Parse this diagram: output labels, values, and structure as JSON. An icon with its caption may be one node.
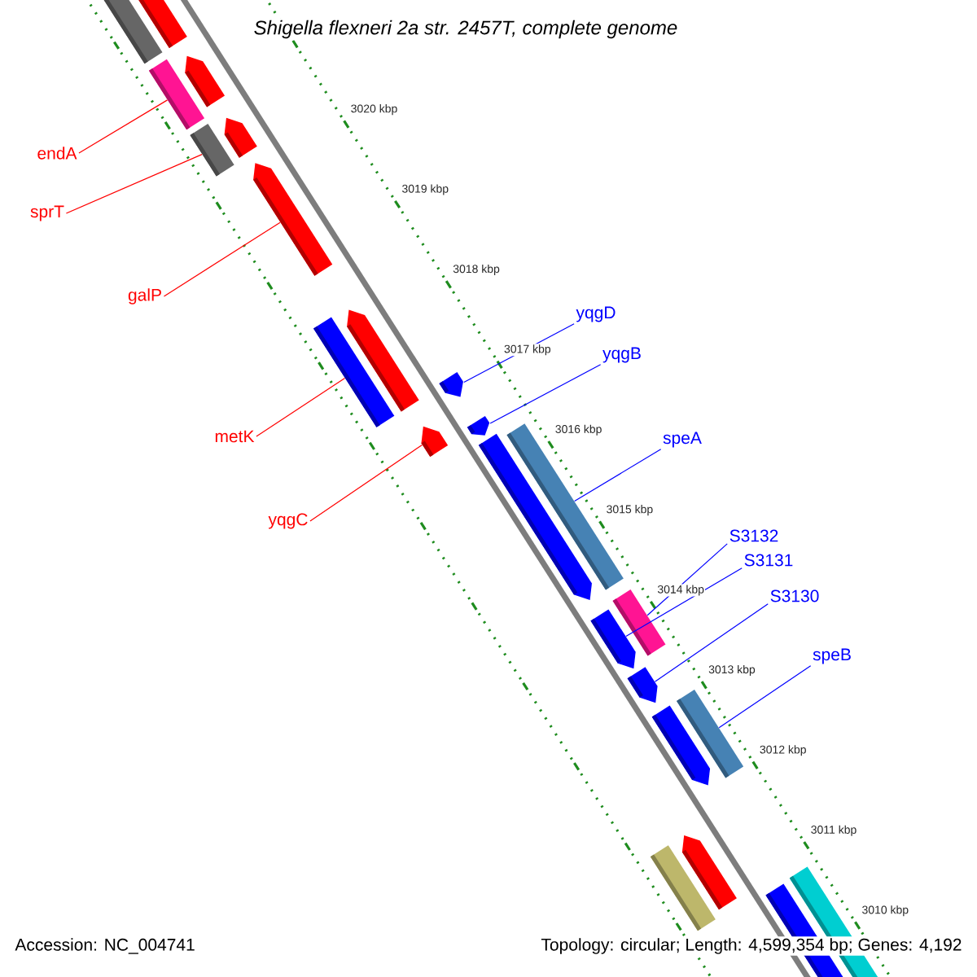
{
  "diagram": {
    "title": "*Shigella flexneri* 2a str. 2457T, complete genome",
    "nodes": [
      {
        "text": [
          "endA"
        ]
      },
      {
        "text": [
          "sprT"
        ]
      },
      {
        "text": [
          "galP"
        ]
      },
      {
        "text": [
          "yqgD"
        ]
      },
      {
        "text": [
          "yqgB"
        ]
      },
      {
        "text": [
          "metK"
        ]
      },
      {
        "text": [
          "speA"
        ]
      },
      {
        "text": [
          "yqgC"
        ]
      },
      {
        "text": [
          "S3132"
        ]
      },
      {
        "text": [
          "S3131"
        ]
      },
      {
        "text": [
          "S3130"
        ]
      },
      {
        "text": [
          "speB"
        ]
      },
      {
        "text": [],
        "shape": "bar"
      },
      {
        "text": [],
        "shape": "bar"
      },
      {
        "text": [],
        "shape": "arrow"
      },
      {
        "text": [],
        "shape": "bar"
      },
      {
        "text": [],
        "shape": "arrow"
      },
      {
        "text": [],
        "shape": "arrow"
      },
      {
        "text": [],
        "shape": "arrow"
      },
      {
        "text": [],
        "shape": "bar"
      },
      {
        "text": [],
        "shape": "bar"
      },
      {
        "text": [],
        "shape": "arrow"
      },
      {
        "text": [],
        "shape": "arrow"
      },
      {
        "text": [],
        "shape": "bar"
      }
    ],
    "edges": [
      {
        "from": 0,
        "to": 12,
        "arrow": "none",
        "color": "#ff0000"
      },
      {
        "from": 1,
        "to": 13,
        "arrow": "none",
        "color": "#ff0000"
      },
      {
        "from": 2,
        "to": 14,
        "arrow": "none",
        "color": "#ff0000"
      },
      {
        "from": 3,
        "to": 16,
        "arrow": "none"
      },
      {
        "from": 4,
        "to": 18,
        "arrow": "none"
      },
      {
        "from": 5,
        "to": 15,
        "arrow": "none",
        "color": "#ff0000"
      },
      {
        "from": 6,
        "to": 19,
        "arrow": "none"
      },
      {
        "from": 7,
        "to": 17,
        "arrow": "none",
        "color": "#ff0000"
      },
      {
        "from": 8,
        "to": 20,
        "arrow": "none"
      },
      {
        "from": 9,
        "to": 21,
        "arrow": "none"
      },
      {
        "from": 10,
        "to": 22,
        "arrow": "none"
      },
      {
        "from": 11,
        "to": 23,
        "arrow": "none"
      }
    ],
    "labels": [
      "3020 kbp",
      "3019 kbp",
      "3018 kbp",
      "3017 kbp",
      "3016 kbp",
      "3015 kbp",
      "3014 kbp",
      "3013 kbp",
      "3012 kbp",
      "3011 kbp",
      "3010 kbp",
      "Accession: NC_004741",
      "Topology: circular; Length: 4,599,354 bp; Genes: 4,192"
    ]
  }
}
